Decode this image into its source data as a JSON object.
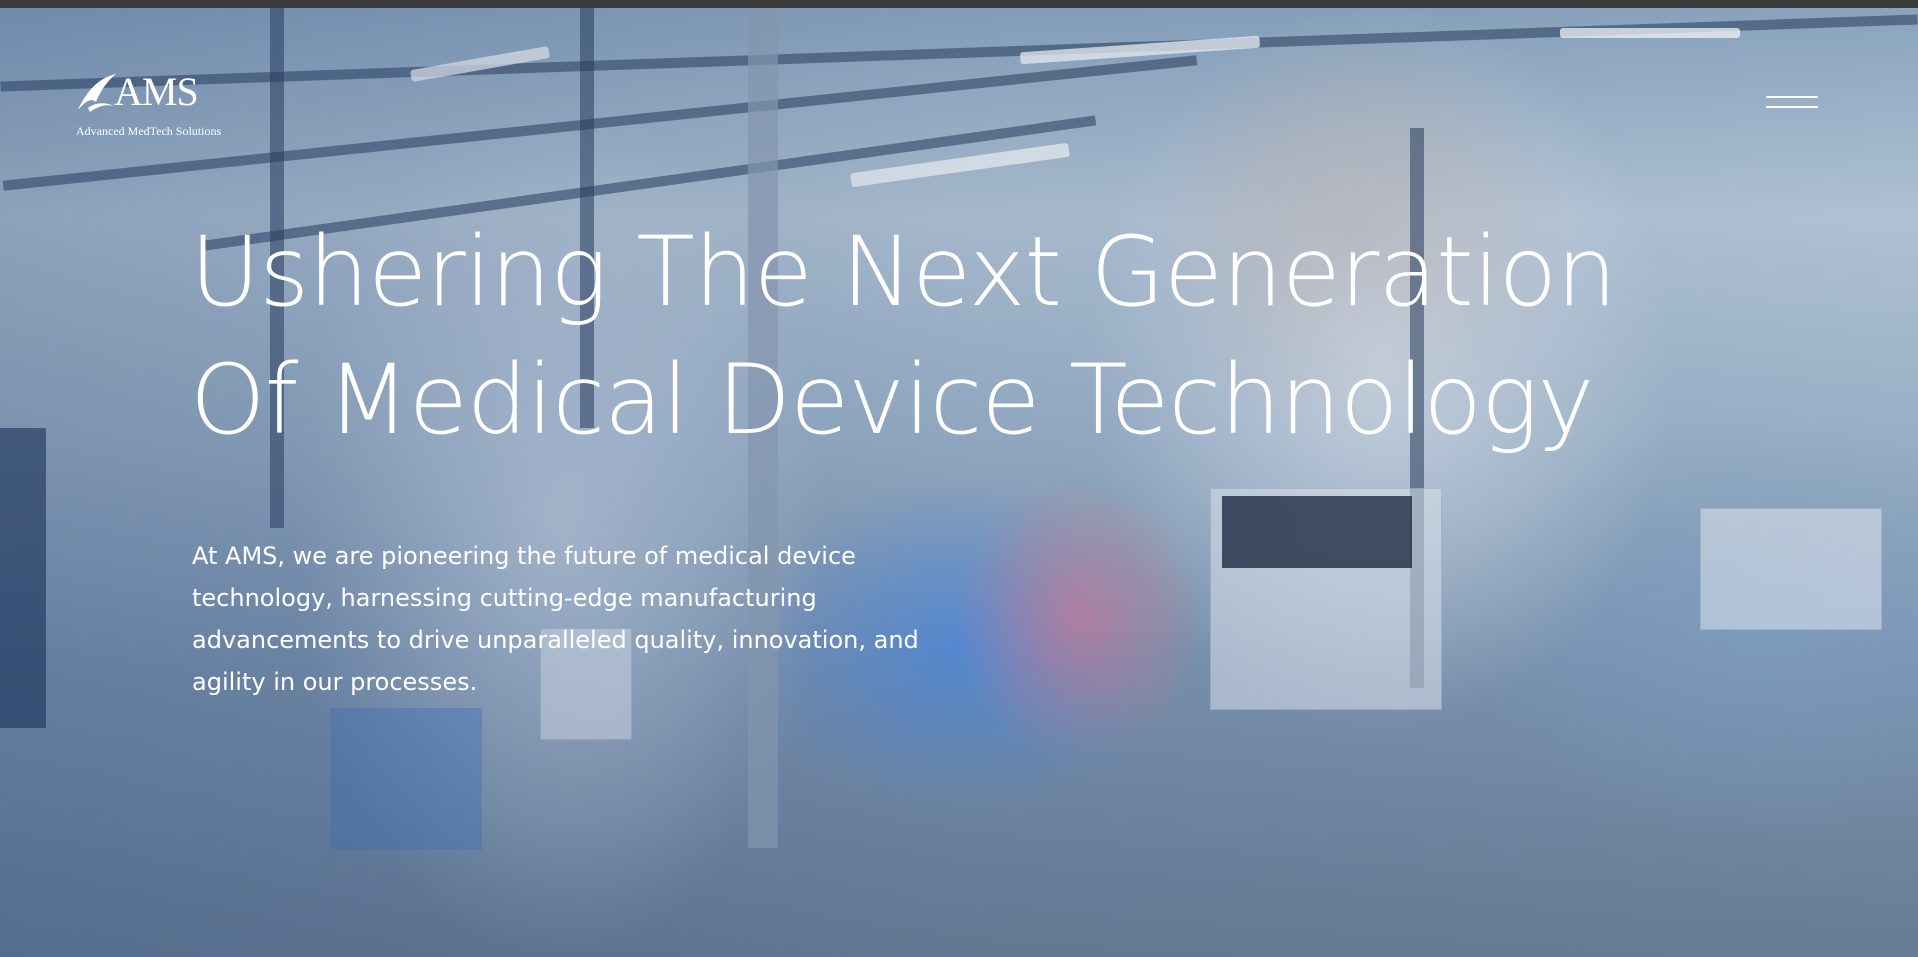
{
  "header": {
    "logo_text": "AMS",
    "logo_subtitle": "Advanced MedTech Solutions",
    "menu_icon": "hamburger-menu-icon"
  },
  "hero": {
    "headline_line1": "Ushering The Next Generation",
    "headline_line2": "Of Medical Device Technology",
    "intro": "At AMS, we are pioneering the future of medical device technology, harnessing cutting-edge manufacturing advancements to drive unparalleled quality, innovation, and agility in our processes."
  },
  "colors": {
    "text": "#ffffff",
    "topbar": "#3b3b3e",
    "hero_tint": "#1e3c6e"
  }
}
